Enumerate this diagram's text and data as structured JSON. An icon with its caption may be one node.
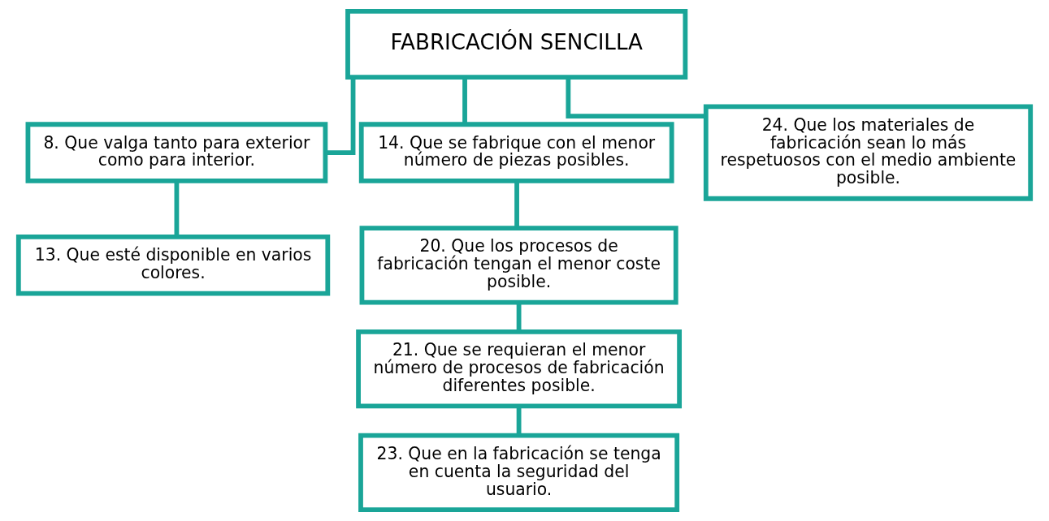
{
  "diagram": {
    "nodes": [
      {
        "text": [
          "FABRICACIÓN SENCILLA"
        ]
      },
      {
        "text": [
          "8. Que valga tanto para exterior como para interior."
        ]
      },
      {
        "text": [
          "14. Que se fabrique con el menor número de piezas posibles."
        ]
      },
      {
        "text": [
          "24. Que los materiales de fabricación sean lo más respetuosos con el medio ambiente posible."
        ]
      },
      {
        "text": [
          "13. Que esté disponible en varios colores."
        ]
      },
      {
        "text": [
          "20. Que los procesos de fabricación tengan el menor coste posible."
        ]
      },
      {
        "text": [
          "21. Que se requieran el menor número de procesos de fabricación diferentes posible."
        ]
      },
      {
        "text": [
          "23. Que en la fabricación se tenga en cuenta la seguridad del usuario."
        ]
      }
    ],
    "edges": [
      {
        "from": 0,
        "to": 1,
        "arrow": "none"
      },
      {
        "from": 0,
        "to": 2,
        "arrow": "none"
      },
      {
        "from": 0,
        "to": 3,
        "arrow": "none"
      },
      {
        "from": 1,
        "to": 4,
        "arrow": "none"
      },
      {
        "from": 2,
        "to": 5,
        "arrow": "none"
      },
      {
        "from": 5,
        "to": 6,
        "arrow": "none"
      },
      {
        "from": 6,
        "to": 7,
        "arrow": "none"
      }
    ]
  }
}
